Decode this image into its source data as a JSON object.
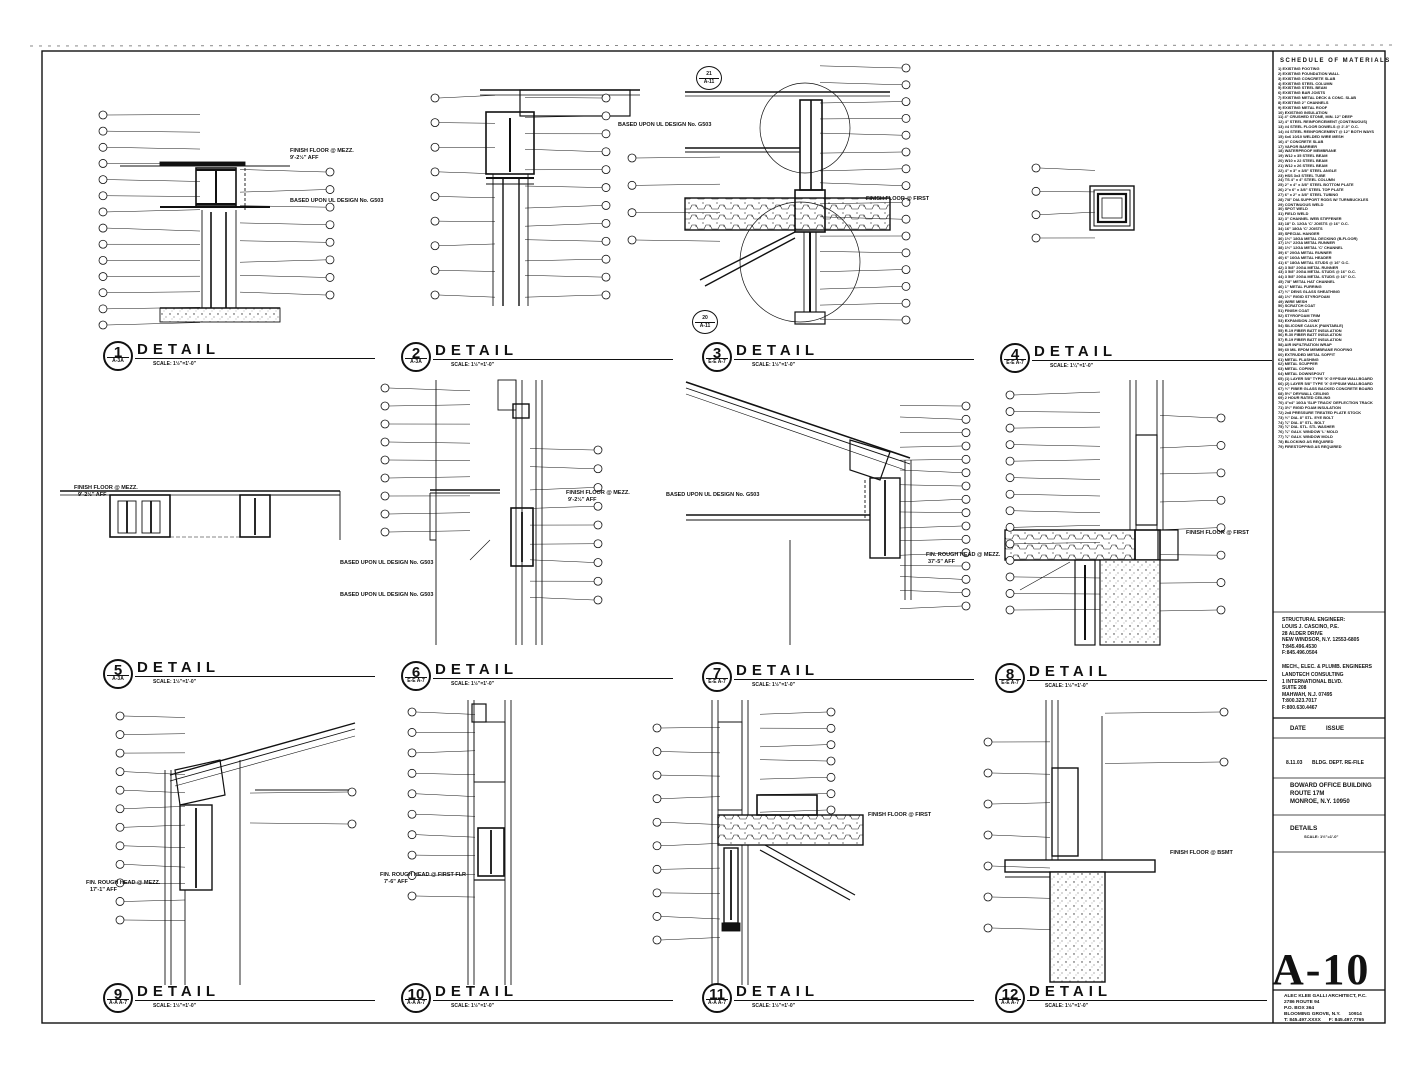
{
  "details": [
    {
      "num": "1",
      "title": "DETAIL",
      "ref": "A-3A",
      "scale": "SCALE: 1½\"=1'-0\""
    },
    {
      "num": "2",
      "title": "DETAIL",
      "ref": "A-3A",
      "scale": "SCALE: 1½\"=1'-0\""
    },
    {
      "num": "3",
      "title": "DETAIL",
      "ref": "E-E A-7",
      "scale": "SCALE: 1½\"=1'-0\""
    },
    {
      "num": "4",
      "title": "DETAIL",
      "ref": "E-E A-7",
      "scale": "SCALE: 1¼\"=1'-0\""
    },
    {
      "num": "5",
      "title": "DETAIL",
      "ref": "A-3A",
      "scale": "SCALE: 1½\"=1'-0\""
    },
    {
      "num": "6",
      "title": "DETAIL",
      "ref": "E-E A-7",
      "scale": "SCALE: 1½\"=1'-0\""
    },
    {
      "num": "7",
      "title": "DETAIL",
      "ref": "E-E A-7",
      "scale": "SCALE: 1½\"=1'-0\""
    },
    {
      "num": "8",
      "title": "DETAIL",
      "ref": "E-E A-7",
      "scale": "SCALE: 1½\"=1'-0\""
    },
    {
      "num": "9",
      "title": "DETAIL",
      "ref": "A-A A-7",
      "scale": "SCALE: 1½\"=1'-0\""
    },
    {
      "num": "10",
      "title": "DETAIL",
      "ref": "A-A A-7",
      "scale": "SCALE: 1½\"=1'-0\""
    },
    {
      "num": "11",
      "title": "DETAIL",
      "ref": "A-A A-7",
      "scale": "SCALE: 1½\"=1'-0\""
    },
    {
      "num": "12",
      "title": "DETAIL",
      "ref": "A-A A-7",
      "scale": "SCALE: 1½\"=1'-0\""
    }
  ],
  "notes": {
    "d1_finish": "FINISH FLOOR @ MEZZ.",
    "d1_aff": "9'-2½\" AFF",
    "d1_ul": "BASED UPON UL DESIGN No. G503",
    "d2_ul": "BASED UPON UL DESIGN No. G503",
    "d3_finish": "FINISH FLOOR @ FIRST",
    "d3_ref_top_num": "21",
    "d3_ref_top_sheet": "A-11",
    "d3_ref_bot_num": "20",
    "d3_ref_bot_sheet": "A-11",
    "d5_finish": "FINISH FLOOR @ MEZZ.",
    "d5_aff": "9'-2½\" AFF",
    "d5_ul1": "BASED UPON UL DESIGN No. G503",
    "d5_ul2": "BASED UPON UL DESIGN No. G503",
    "d6_finish": "FINISH FLOOR @ MEZZ.",
    "d6_aff": "9'-2½\" AFF",
    "d7_ul": "BASED UPON UL DESIGN No. G503",
    "d7_fin": "FIN. ROUGH HEAD @ MEZZ.",
    "d7_aff": "37'-5\" AFF",
    "d8_finish": "FINISH FLOOR @ FIRST",
    "d9_fin": "FIN. ROUGH HEAD @ MEZZ.",
    "d9_aff": "17'-1\" AFF",
    "d10_fin": "FIN. ROUGH HEAD @ FIRST FLR",
    "d10_aff": "7'-6\" AFF",
    "d11_finish": "FINISH FLOOR @ FIRST",
    "d12_finish": "FINISH FLOOR @ BSMT"
  },
  "schedule": {
    "title": "SCHEDULE OF MATERIALS",
    "items": [
      "1) EXISTING FOOTING",
      "2) EXISTING FOUNDATION WALL",
      "3) EXISTING CONCRETE SLAB",
      "4) EXISTING STEEL COLUMN",
      "5) EXISTING STEEL BEAM",
      "6) EXISTING BAR JOISTS",
      "7) EXISTING METAL DECK & CONC. SLAB",
      "8) EXISTING 2\" CHANNELS",
      "9) EXISTING METAL ROOF",
      "10) EXISTING INSULATION",
      "11) 4\" CRUSHED STONE, MIN. 12\" DEEP",
      "12) 4\" STEEL REINFORCEMENT (CONTINUOUS)",
      "13) #4 STEEL FLOOR DOWELS @ 2'-0\" O.C.",
      "14) #4 STEEL REINFORCEMENT @ 12\" BOTH WAYS",
      "15) 6x6 10/10 WELDED WIRE MESH",
      "16) 4\" CONCRETE SLAB",
      "17) VAPOR BARRIER",
      "18) WATERPROOF MEMBRANE",
      "19) W12 x 35 STEEL BEAM",
      "20) W10 x 22 STEEL BEAM",
      "21) W12 x 26 STEEL BEAM",
      "22) 4\" x 3\" x 3/8\" STEEL ANGLE",
      "23) HSS 3x3 STEEL TUBE",
      "24) TS 4\" x 4\" STEEL COLUMN",
      "25) 2\" x 4\" x 3/8\" STEEL BOTTOM PLATE",
      "26) 2\"x 6\" x 3/8\" STEEL TOP PLATE",
      "27) 6\" x 2\" x 3/8\" STEEL TUBING",
      "28) 7/8\" DIA SUPPORT RODS W/ TURNBUCKLES",
      "29) CONTINUOUS WELD",
      "30) SPOT WELD",
      "31) FIELD WELD",
      "32) 3\" CHANNEL WEB STIFFENER",
      "33) 18\" D. 12GA 'C' JOISTS @ 16\" O.C.",
      "34) 16\" 18GA 'C' JOISTS",
      "35) SPECIAL HANGER",
      "36) 1½\" 18GA METAL DECKING (B-FLOOR)",
      "37) 1½\" 22GA METAL RUNNER",
      "38) 1½\" 12GA METAL 'C' CHANNEL",
      "39) 6\" 20GA METAL RUNNER",
      "40) 6\" 16GA METAL HEADER",
      "41) 6\" 18GA METAL STUDS @ 16\" O.C.",
      "42) 3 5/8\" 20GA METAL RUNNER",
      "43) 3 5/8\" 20GA METAL STUDS @ 16\" O.C.",
      "44) 3 5/8\" 20GA METAL STUDS @ 16\" O.C.",
      "45) 7/8\" METAL HAT CHANNEL",
      "46) 1\" METAL FURRING",
      "47) ½\" DENS GLASS SHEATHING",
      "48) 1½\" RIGID STYROFOAM",
      "49) WIRE MESH",
      "50) SCRATCH COAT",
      "51) FINISH COAT",
      "52) STYROFOAM TRIM",
      "53) EXPANSION JOINT",
      "54) SILICONE CAULK (PAINTABLE)",
      "55) R-19 FIBER BATT INSULATION",
      "56) R-30 FIBER BATT INSULATION",
      "57) R-19 FIBER BATT INSULATION",
      "58) AIR INFILTRATION WRAP",
      "59) 60 MIL EPDM MEMBRANE ROOFING",
      "60) EXTRUDED METAL SOFFIT",
      "61) METAL FLASHING",
      "62) METAL SCUPPER",
      "63) METAL COPING",
      "64) METAL DOWNSPOUT",
      "65) (1) LAYER 5/8\" TYPE 'X' GYPSUM WALLBOARD",
      "66) (2) LAYER 5/8\" TYPE 'X' GYPSUM WALLBOARD",
      "67) ½\" FIBER GLASS BACKED CONCRETE BOARD",
      "68) 5½\" DRYWALL CEILING",
      "69) 2 HOUR RATED CEILING",
      "70) 4\"x4\" 16GA 'SLIP TRACK' DEFLECTION TRACK",
      "71) 3½\" RIGID FOAM INSULATION",
      "72) 2x8 PRESSURE TREATED PLATE STOCK",
      "73) ½\" DIA. 8\" STL. EYE BOLT",
      "74) ¾\" DIA. 8\" STL. BOLT",
      "75) ¾\" DIA. STL. STL WASHER",
      "76) ¾\" GALV. WINDOW 'L' MOLD",
      "77) ¾\" GALV. WINDOW MOLD",
      "78) BLOCKING AS REQUIRED",
      "79) FIRESTOPPING AS REQUIRED"
    ]
  },
  "title_block": {
    "structural_label": "STRUCTURAL ENGINEER:",
    "structural": "LOUIS J. CASCINO, P.E.\n28 ALDER DRIVE\nNEW WINDSOR, N.Y. 12553-6805\nT:845.496.4530\nF:845.496.0504",
    "mep_label": "MECH., ELEC. & PLUMB. ENGINEERS",
    "mep": "LANDTECH CONSULTING\n1 INTERNATIONAL BLVD.\nSUITE 208\nMAHWAH, N.J. 07495\nT:800.323.7017\nF:800.630.4467",
    "date_label": "DATE",
    "issue_label": "ISSUE",
    "issue_date": "8.11.03",
    "issue_text": "BLDG. DEPT. RE-FILE",
    "project": "BOWARD OFFICE BUILDING\nROUTE 17M\nMONROE, N.Y. 10950",
    "sheet_title": "DETAILS",
    "sheet_scale": "SCALE: 1½\"=1'-0\"",
    "sheet_number": "A-10",
    "architect": "ALEC KLEE GALLI ARCHITECT, P.C.\n2786 ROUTE 94\nP.O. BOX 364\nBLOOMING GROVE, N.Y.      10914\nT: 845.497.XXXX      F: 845.497.7765"
  }
}
